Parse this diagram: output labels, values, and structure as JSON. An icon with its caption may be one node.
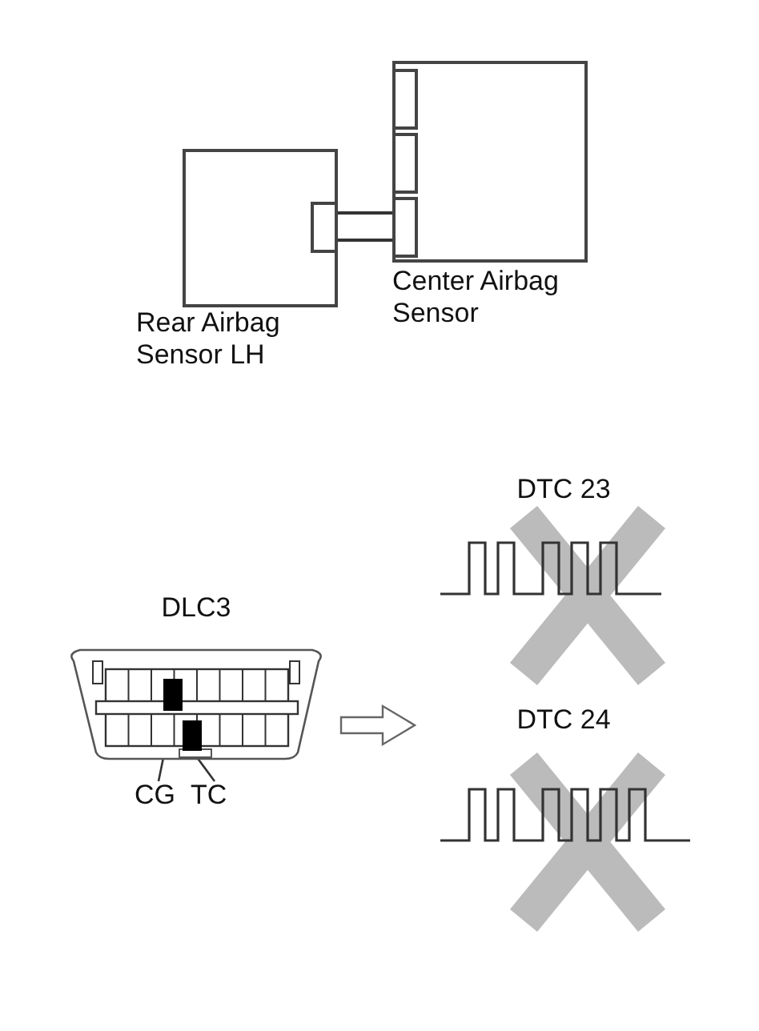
{
  "diagram": {
    "nodes": [
      {
        "text": [
          "Rear Airbag Sensor LH"
        ]
      },
      {
        "text": [
          "Center Airbag Sensor"
        ]
      },
      {
        "text": [
          "DLC3"
        ]
      },
      {
        "text": [],
        "shape": "box",
        "in": 2
      },
      {
        "text": [],
        "shape": "box",
        "in": 2
      },
      {
        "text": [
          "CG"
        ]
      },
      {
        "text": [
          "TC"
        ]
      },
      {
        "text": [
          "DTC 23"
        ]
      },
      {
        "text": [
          "DTC 24"
        ]
      }
    ],
    "edges": [
      {
        "from": 0,
        "to": 1,
        "arrow": "none"
      },
      {
        "from": 5,
        "to": 3,
        "arrow": "none"
      },
      {
        "from": 6,
        "to": 4,
        "arrow": "none"
      },
      {
        "from": 2,
        "to": null,
        "arrow": "to"
      }
    ]
  }
}
